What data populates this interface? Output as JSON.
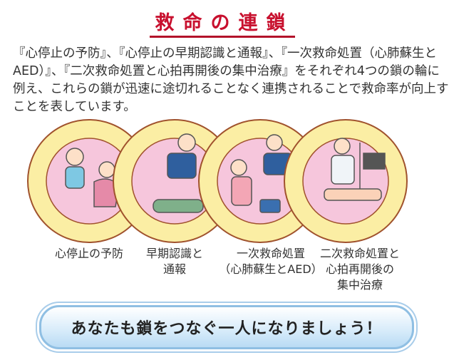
{
  "title": "救命の連鎖",
  "description_lines": [
    "『心停止の予防』、『心停止の早期認識と通報』、『一次救命処置（心肺蘇生と",
    "AED）』、『二次救命処置と心拍再開後の集中治療』をそれぞれ4つの鎖の輪に",
    "例え、これらの鎖が迅速に途切れることなく連携されることで救命率が向上する",
    "ことを表しています。"
  ],
  "chain_links": [
    {
      "label_lines": [
        "心停止の予防"
      ]
    },
    {
      "label_lines": [
        "早期認識と",
        "通報"
      ]
    },
    {
      "label_lines": [
        "一次救命処置",
        "（心肺蘇生とAED）"
      ]
    },
    {
      "label_lines": [
        "二次救命処置と",
        "心拍再開後の",
        "集中治療"
      ]
    }
  ],
  "banner": "あなたも鎖をつなぐ一人になりましょう！",
  "colors": {
    "title": "#c8102e",
    "ring": "#fbeea4",
    "ring_outline": "#a0522d",
    "inner": "#f6c6dc",
    "banner": "#d6ebfa"
  }
}
